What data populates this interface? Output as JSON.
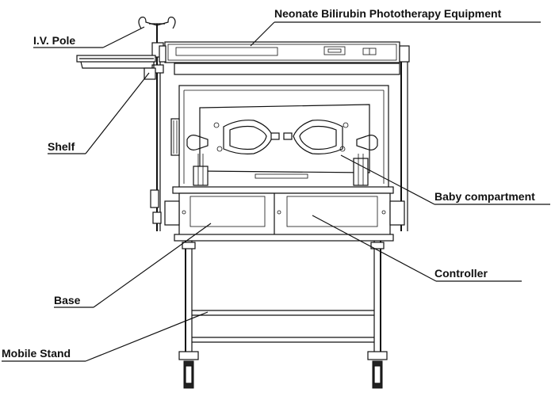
{
  "labels": {
    "iv_pole": "I.V. Pole",
    "equipment": "Neonate Bilirubin Phototherapy Equipment",
    "shelf": "Shelf",
    "baby_compartment": "Baby compartment",
    "controller": "Controller",
    "base": "Base",
    "mobile_stand": "Mobile Stand"
  }
}
